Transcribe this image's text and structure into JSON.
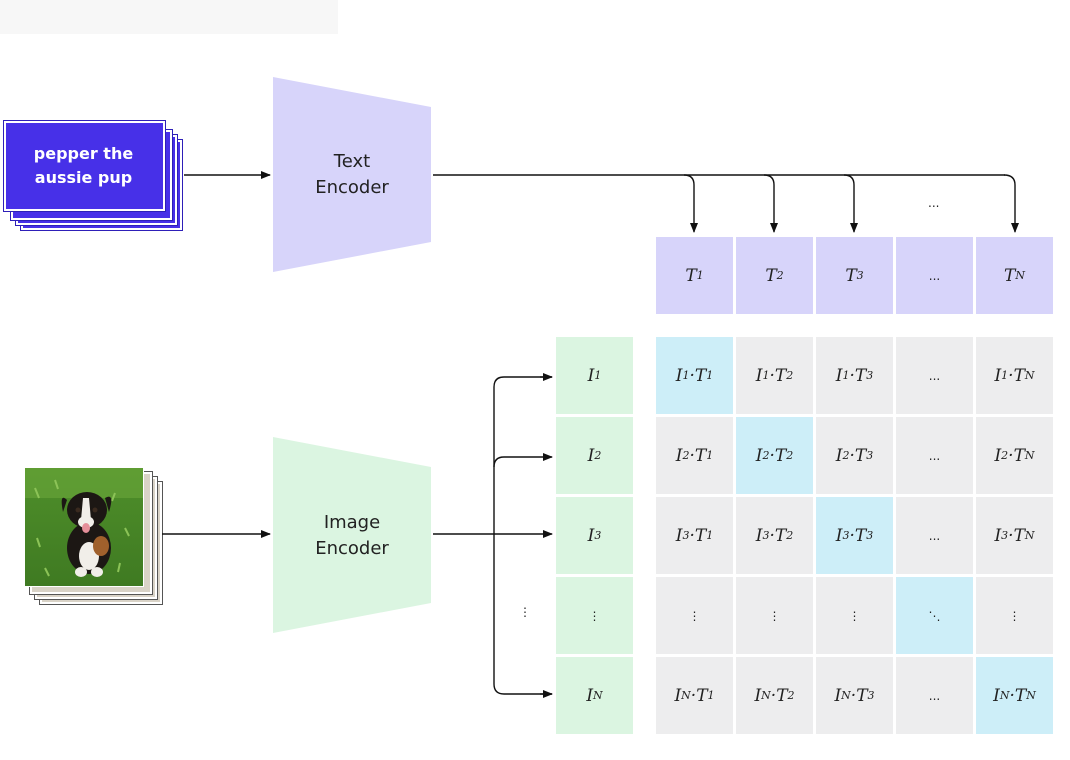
{
  "text_input": {
    "label": "pepper the\naussie pup"
  },
  "text_encoder": {
    "label": "Text\nEncoder"
  },
  "image_encoder": {
    "label": "Image\nEncoder"
  },
  "text_embeddings": [
    "T1",
    "T2",
    "T3",
    "...",
    "TN"
  ],
  "image_embeddings": [
    "I1",
    "I2",
    "I3",
    "⋮",
    "IN"
  ],
  "ellipsis_above": "...",
  "left_ellipsis": "⋮",
  "colors": {
    "text_card": "#4730e8",
    "text_encoder": "#d7d4fa",
    "image_encoder": "#dbf5e1",
    "matrix_cell": "#ededee",
    "diagonal_cell": "#cdeef8"
  }
}
